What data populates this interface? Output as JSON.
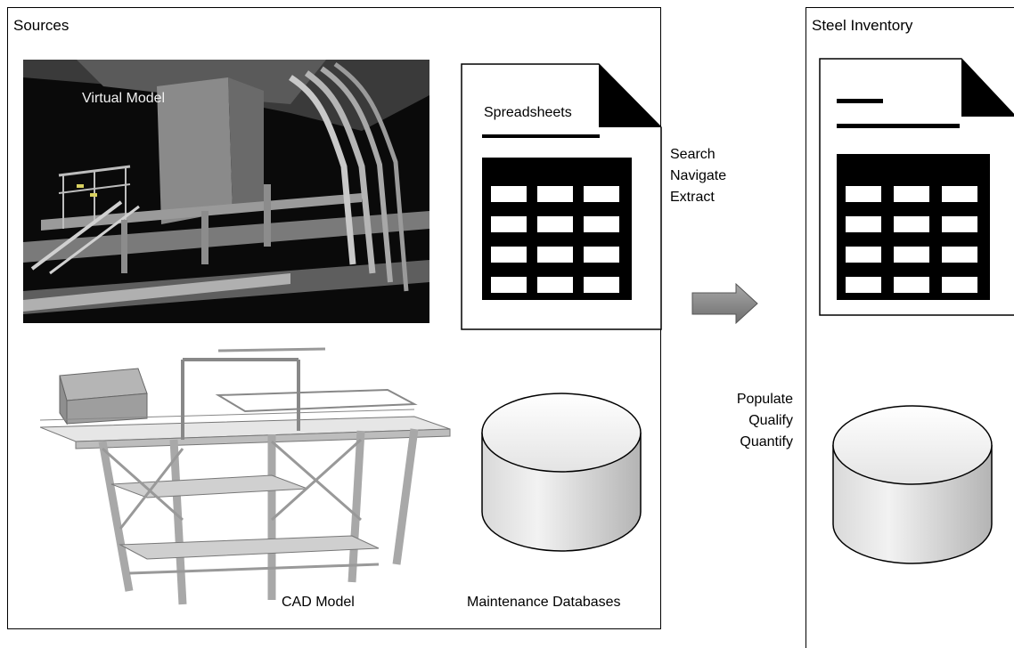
{
  "sources": {
    "title": "Sources",
    "virtual_model_label": "Virtual Model",
    "spreadsheets_label": "Spreadsheets",
    "cad_model_label": "CAD Model",
    "databases_label": "Maintenance Databases"
  },
  "actions_top": [
    "Search",
    "Navigate",
    "Extract"
  ],
  "actions_bottom": [
    "Populate",
    "Qualify",
    "Quantify"
  ],
  "inventory": {
    "title": "Steel Inventory"
  },
  "colors": {
    "arrow_fill": "#8c8c8c",
    "photo_bg": "#0a0a0a",
    "db_top": "#ffffff",
    "db_side": "#c8c8c8"
  }
}
